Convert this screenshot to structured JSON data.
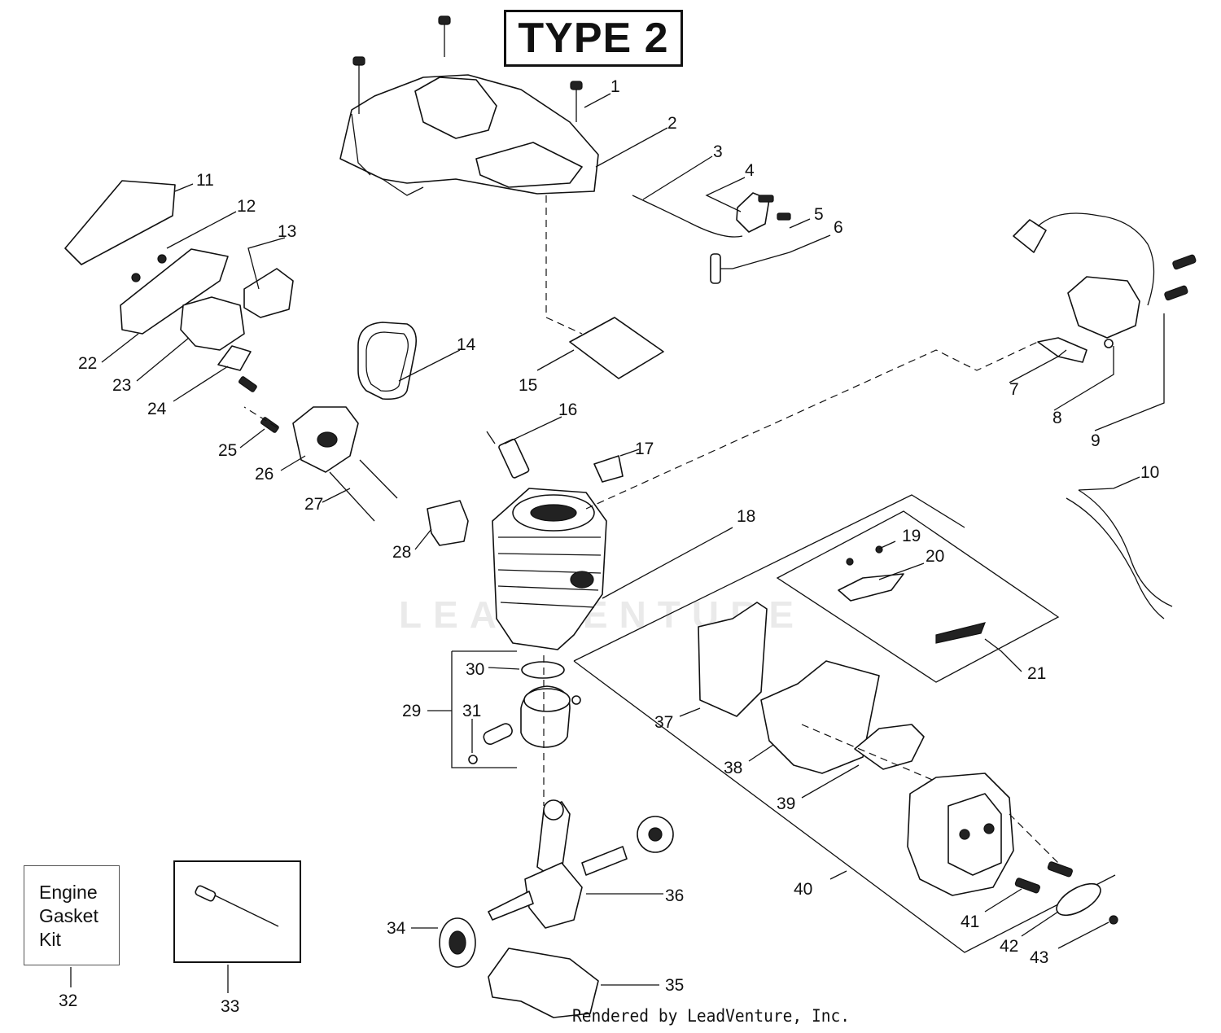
{
  "title": "TYPE 2",
  "kit_box": {
    "lines": [
      "Engine",
      "Gasket",
      "Kit"
    ]
  },
  "footer": "Rendered by LeadVenture, Inc.",
  "watermark": "LEADVENTURE",
  "callouts": [
    "1",
    "2",
    "3",
    "4",
    "5",
    "6",
    "7",
    "8",
    "9",
    "10",
    "11",
    "12",
    "13",
    "14",
    "15",
    "16",
    "17",
    "18",
    "19",
    "20",
    "21",
    "22",
    "23",
    "24",
    "25",
    "26",
    "27",
    "28",
    "29",
    "30",
    "31",
    "32",
    "33",
    "34",
    "35",
    "36",
    "37",
    "38",
    "39",
    "40",
    "41",
    "42",
    "43"
  ]
}
